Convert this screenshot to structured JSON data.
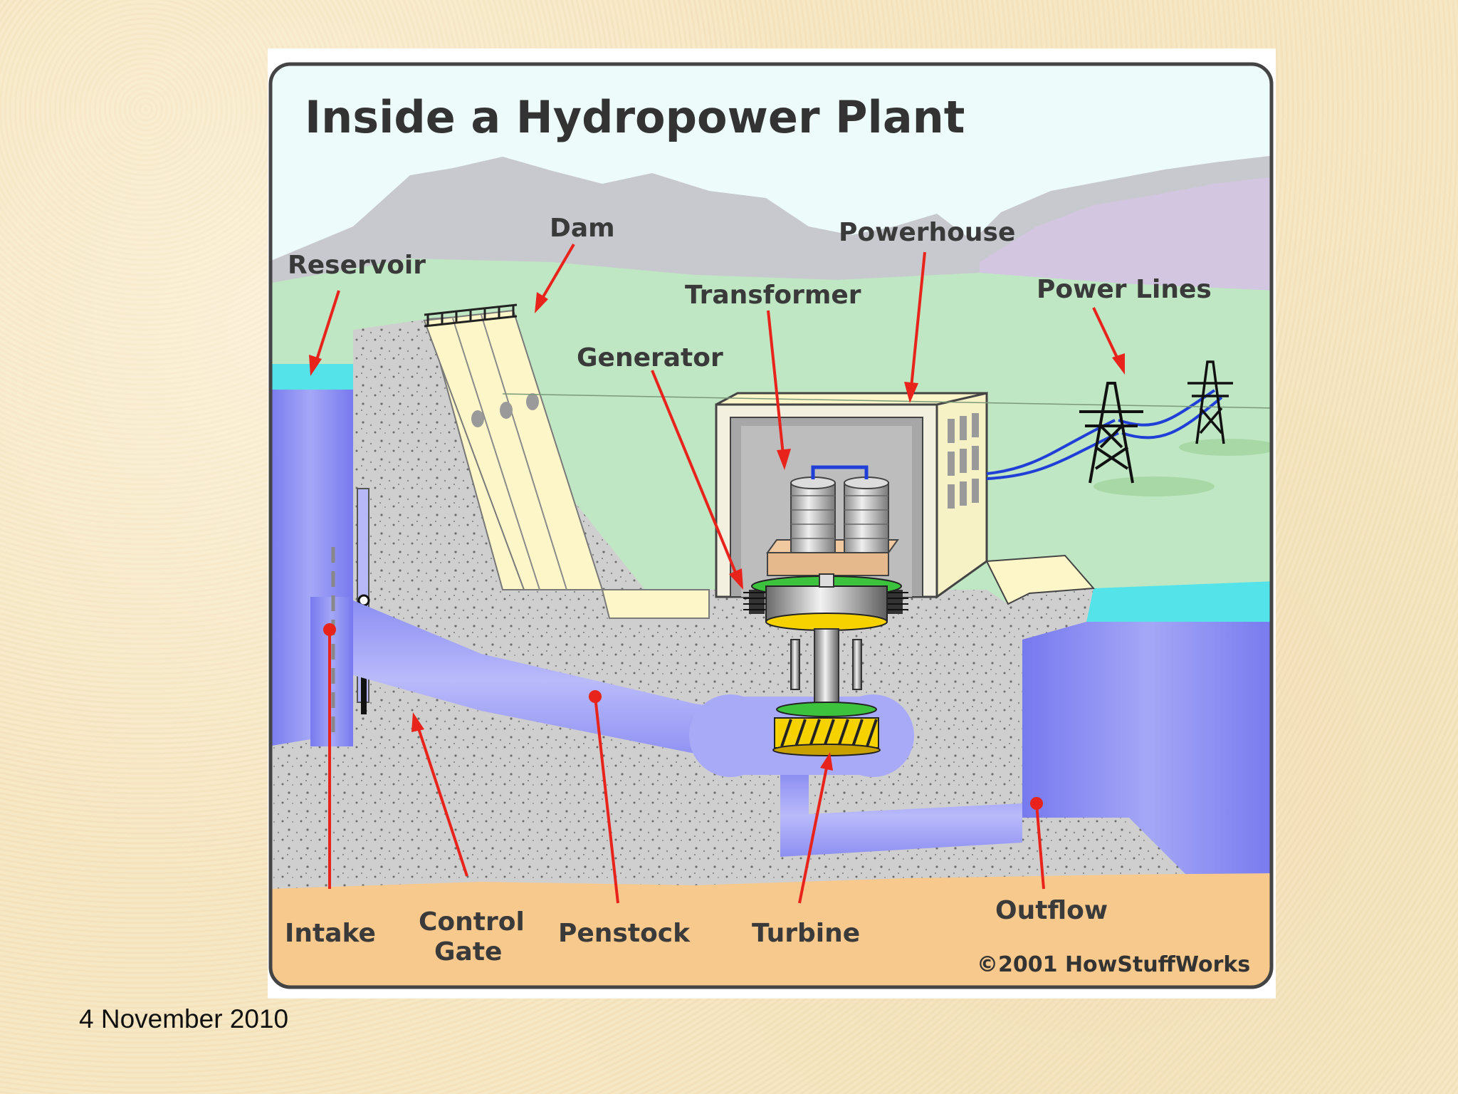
{
  "diagram": {
    "title": "Inside a Hydropower Plant",
    "labels": {
      "reservoir": "Reservoir",
      "dam": "Dam",
      "powerhouse": "Powerhouse",
      "transformer": "Transformer",
      "generator": "Generator",
      "power_lines": "Power Lines",
      "intake": "Intake",
      "control_gate_line1": "Control",
      "control_gate_line2": "Gate",
      "penstock": "Penstock",
      "turbine": "Turbine",
      "outflow": "Outflow"
    },
    "copyright": "©2001 HowStuffWorks",
    "colors": {
      "sky": "#eefbfb",
      "mountain": "#c8c9cf",
      "grass": "#bfe7c3",
      "water": "#7f80f0",
      "water_surface": "#55e3ea",
      "concrete": "#cfcfcf",
      "ground": "#f7c98c",
      "dam_face": "#fdf6c8",
      "arrow": "#e8231c",
      "power_line": "#1f3fd6"
    }
  },
  "footer": {
    "date": "4 November 2010"
  }
}
